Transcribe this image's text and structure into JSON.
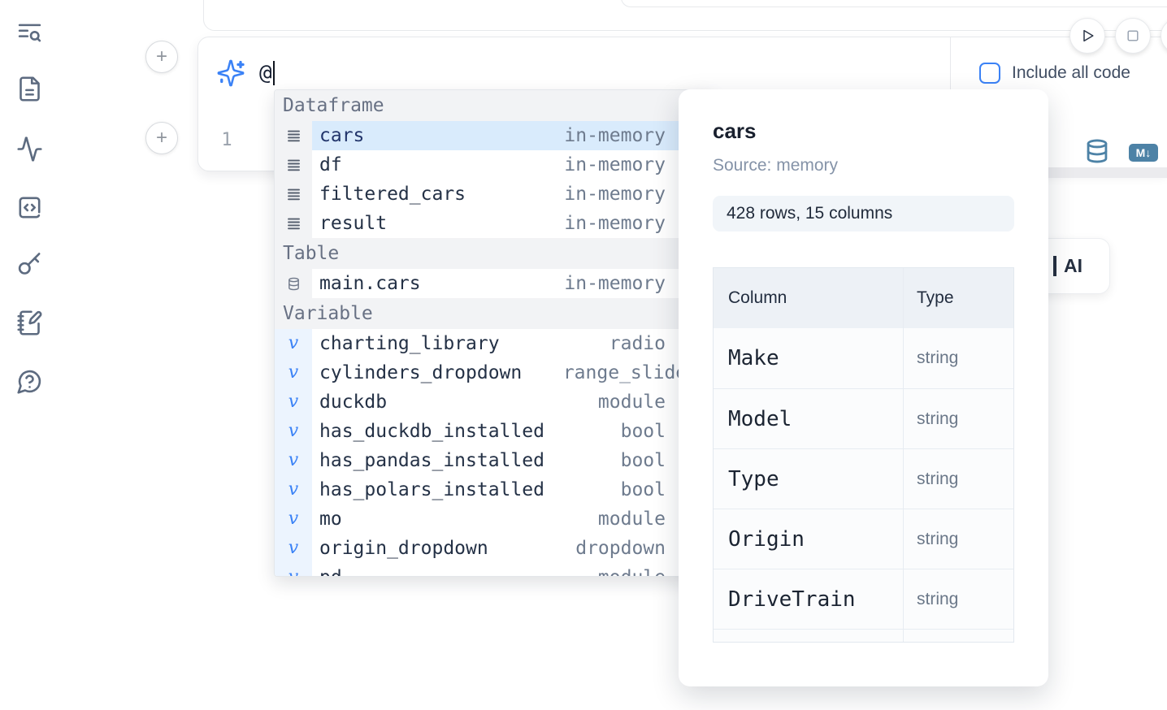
{
  "sidebar": {
    "icons": [
      "text-search",
      "file-document",
      "activity",
      "code-snippets",
      "api-key",
      "scratchpad",
      "help-chat"
    ]
  },
  "toolbar": {
    "include_all_code_label": "Include all code",
    "markdown_badge": "M↓"
  },
  "cell": {
    "add_button_label": "+",
    "line_number": "1",
    "prompt_value": "@"
  },
  "autocomplete": {
    "sections": [
      {
        "label": "Dataframe",
        "items": [
          {
            "name": "cars",
            "type": "in-memory",
            "icon": "rows",
            "selected": true
          },
          {
            "name": "df",
            "type": "in-memory",
            "icon": "rows"
          },
          {
            "name": "filtered_cars",
            "type": "in-memory",
            "icon": "rows"
          },
          {
            "name": "result",
            "type": "in-memory",
            "icon": "rows"
          }
        ]
      },
      {
        "label": "Table",
        "items": [
          {
            "name": "main.cars",
            "type": "in-memory",
            "icon": "database"
          }
        ]
      },
      {
        "label": "Variable",
        "items": [
          {
            "name": "charting_library",
            "type": "radio",
            "icon": "variable"
          },
          {
            "name": "cylinders_dropdown",
            "type": "range_slider",
            "icon": "variable",
            "clip": true
          },
          {
            "name": "duckdb",
            "type": "module",
            "icon": "variable"
          },
          {
            "name": "has_duckdb_installed",
            "type": "bool",
            "icon": "variable"
          },
          {
            "name": "has_pandas_installed",
            "type": "bool",
            "icon": "variable"
          },
          {
            "name": "has_polars_installed",
            "type": "bool",
            "icon": "variable"
          },
          {
            "name": "mo",
            "type": "module",
            "icon": "variable"
          },
          {
            "name": "origin_dropdown",
            "type": "dropdown",
            "icon": "variable"
          },
          {
            "name": "pd",
            "type": "module",
            "icon": "variable",
            "partial": true
          }
        ]
      }
    ]
  },
  "preview": {
    "title": "cars",
    "source": "Source: memory",
    "summary": "428 rows, 15 columns",
    "table": {
      "headers": [
        "Column",
        "Type"
      ],
      "rows": [
        [
          "Make",
          "string"
        ],
        [
          "Model",
          "string"
        ],
        [
          "Type",
          "string"
        ],
        [
          "Origin",
          "string"
        ],
        [
          "DriveTrain",
          "string"
        ]
      ],
      "has_clipped_row": true
    }
  },
  "ai_card": {
    "label": "AI"
  },
  "colors": {
    "accent": "#3b82f6",
    "steel_blue": "#4d82a6",
    "selected_row": "#d9ebfc"
  }
}
